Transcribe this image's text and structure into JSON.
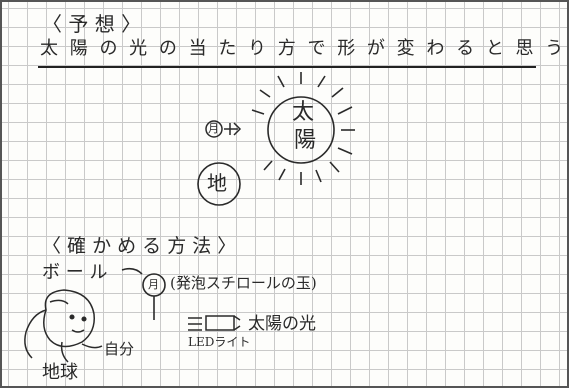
{
  "heading_prediction": "〈 予 想 〉",
  "prediction_sentence": "太 陽 の 光 の 当 た り 方 で 形 が 変 わ る と 思 う .",
  "sun_label_top": "太",
  "sun_label_bottom": "陽",
  "moon_mark": "月",
  "earth_label": "地",
  "heading_method": "〈 確 か め る 方 法 〉",
  "ball_label": "ボ ー ル",
  "ball_mark": "月",
  "styrofoam_label": "(発泡スチロールの玉)",
  "sunlight_label": "太陽の光",
  "led_label": "LEDライト",
  "self_label": "自分",
  "earth_bottom_label": "地球"
}
